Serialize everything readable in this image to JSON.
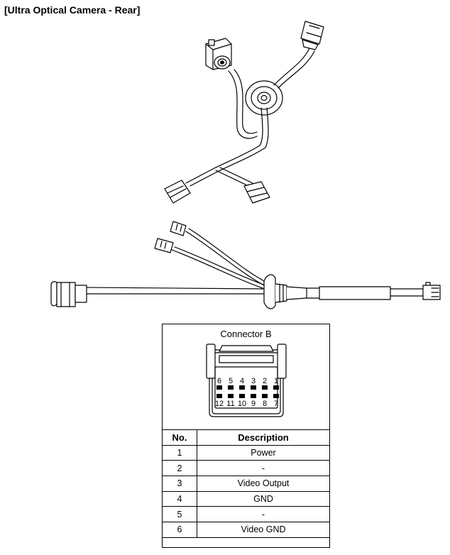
{
  "title": "[Ultra Optical Camera - Rear]",
  "connector": {
    "label": "Connector B",
    "top_row_pins": [
      "6",
      "5",
      "4",
      "3",
      "2",
      "1"
    ],
    "bottom_row_pins": [
      "12",
      "11",
      "10",
      "9",
      "8",
      "7"
    ]
  },
  "pin_table": {
    "headers": [
      "No.",
      "Description"
    ],
    "rows": [
      {
        "no": "1",
        "desc": "Power"
      },
      {
        "no": "2",
        "desc": "-"
      },
      {
        "no": "3",
        "desc": "Video Output"
      },
      {
        "no": "4",
        "desc": "GND"
      },
      {
        "no": "5",
        "desc": "-"
      },
      {
        "no": "6",
        "desc": "Video GND"
      }
    ]
  }
}
